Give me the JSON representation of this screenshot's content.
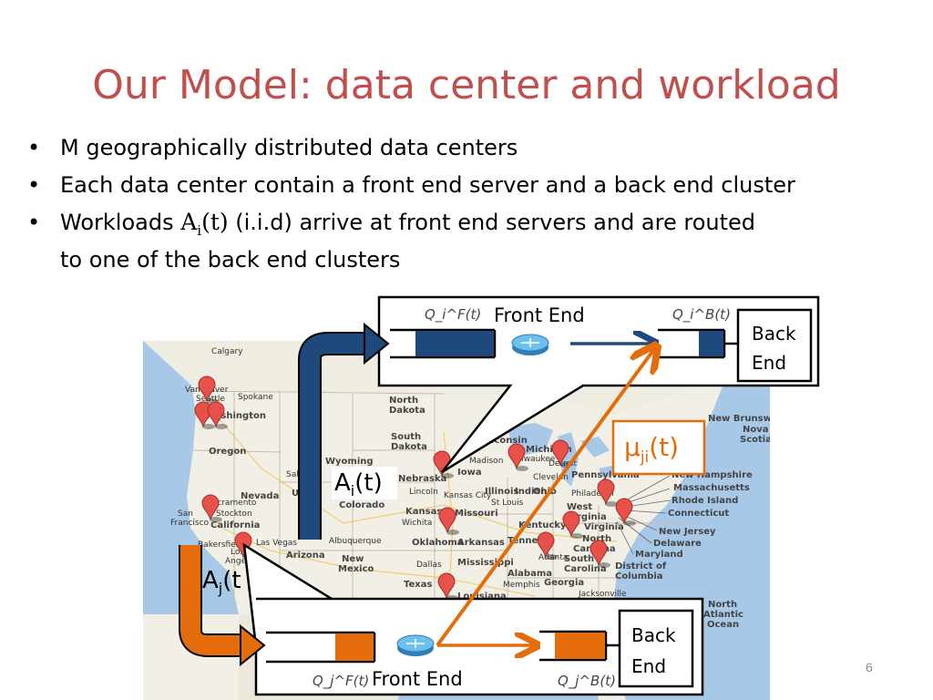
{
  "slide": {
    "title": "Our Model: data center and workload",
    "page_number": "6"
  },
  "bullets": [
    {
      "text": "M geographically distributed data centers"
    },
    {
      "text": "Each data center contain a front end server and a back end cluster"
    },
    {
      "text_before": "Workloads ",
      "math_main": "A",
      "math_sub": "i",
      "math_arg": "(t)",
      "text_after": " (i.i.d) arrive at front end servers and are routed",
      "continuation": "to one of the back end clusters"
    }
  ],
  "diagram": {
    "top": {
      "front_queue_label": "Q_i^F(t)",
      "front_end_label": "Front End",
      "back_queue_label": "Q_i^B(t)",
      "back_end_line1": "Back",
      "back_end_line2": "End",
      "arrival_main": "A",
      "arrival_sub": "i",
      "arrival_arg": "(t)"
    },
    "bottom": {
      "front_queue_label": "Q_j^F(t)",
      "front_end_label": "Front End",
      "back_queue_label": "Q_j^B(t)",
      "back_end_line1": "Back",
      "back_end_line2": "End",
      "arrival_main": "A",
      "arrival_sub": "j",
      "arrival_arg": "(t"
    },
    "routing": {
      "mu_main": "μ",
      "mu_sub": "ji",
      "mu_arg": "(t)"
    },
    "colors": {
      "top_flow": "#1f497d",
      "bottom_flow": "#e46c0a",
      "title": "#c0504d",
      "router": "#4aa8d8",
      "map_land": "#f2efe6",
      "map_water": "#a8c8e8",
      "pin": "#e8504a"
    }
  },
  "map": {
    "labels": {
      "vancouver": "Vancouver",
      "seattle": "Seattle",
      "washington": "Washington",
      "spokane": "Spokane",
      "oregon": "Oregon",
      "calgary": "Calgary",
      "north_dakota_1": "North",
      "north_dakota_2": "Dakota",
      "south_dakota_1": "South",
      "south_dakota_2": "Dakota",
      "wyoming": "Wyoming",
      "salt_lake": "Salt Lak",
      "nevada": "Nevada",
      "utah": "Utah",
      "colorado": "Colorado",
      "nebraska": "Nebraska",
      "lincoln": "Lincoln",
      "iowa": "Iowa",
      "kansas": "Kansas",
      "wichita": "Wichita",
      "kansas_city": "Kansas City",
      "missouri": "Missouri",
      "st_louis": "St Louis",
      "illinois": "Illinois",
      "indiana": "Indiana",
      "wisconsin": "Wisconsin",
      "madison": "Madison",
      "milwaukee": "Milwaukee",
      "michigan": "Michigan",
      "detroit": "Detroit",
      "cleveland": "Clevelan",
      "ohio": "Ohio",
      "pennsylvania": "Pennsylvania",
      "philadelphia": "Philadelph",
      "west_virginia_1": "West",
      "west_virginia_2": "Virginia",
      "virginia": "Virginia",
      "kentucky": "Kentucky",
      "tennessee": "Tennesse",
      "atlanta": "Atlanta",
      "north_carolina_1": "North",
      "north_carolina_2": "Carolina",
      "south_carolina_1": "South",
      "south_carolina_2": "Carolina",
      "georgia": "Georgia",
      "alabama": "Alabama",
      "mississippi": "Mississippi",
      "louisiana": "Louisiana",
      "arkansas": "Arkansas",
      "oklahoma": "Oklahoma",
      "dallas": "Dallas",
      "texas": "Texas",
      "memphis": "Memphis",
      "jacksonville": "Jacksonville",
      "new_mexico_1": "New",
      "new_mexico_2": "Mexico",
      "albuquerque": "Albuquerque",
      "arizona": "Arizona",
      "las_vegas": "Las Vegas",
      "los_angeles_1": "Los",
      "los_angeles_2": "Angeles",
      "bakersfield": "Bakersfield",
      "california": "California",
      "san_francisco_1": "San",
      "san_francisco_2": "Francisco",
      "stockton": "Stockton",
      "sacramento": "Sacramento",
      "new_hampshire": "New Hampshire",
      "massachusetts": "Massachusetts",
      "rhode_island": "Rhode Island",
      "connecticut": "Connecticut",
      "new_jersey": "New Jersey",
      "delaware": "Delaware",
      "maryland": "Maryland",
      "district_1": "District of",
      "district_2": "Columbia",
      "new_brunswick": "New Brunswick",
      "nova_scotia_1": "Nova",
      "nova_scotia_2": "Scotia",
      "north_atlantic_1": "North",
      "north_atlantic_2": "Atlantic",
      "north_atlantic_3": "Ocean"
    }
  }
}
